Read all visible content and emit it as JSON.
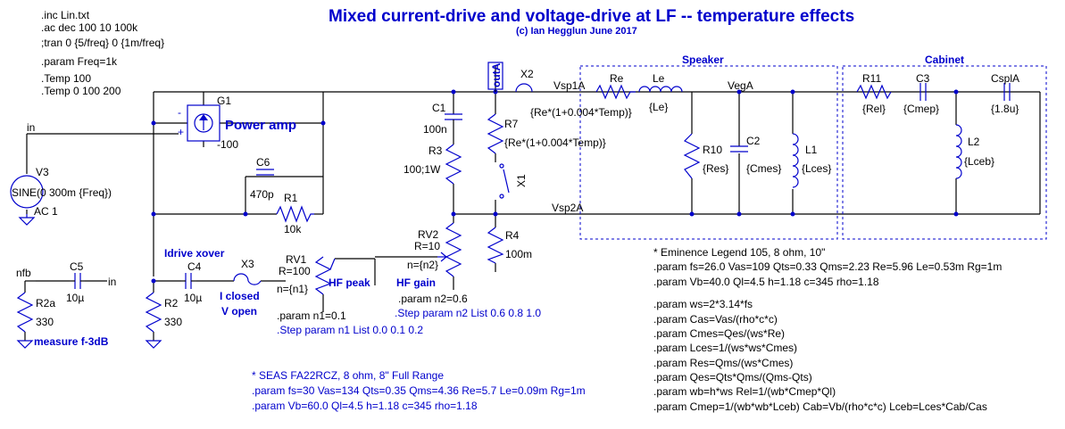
{
  "title": "Mixed current-drive and voltage-drive at LF -- temperature effects",
  "subtitle": "(c) Ian Hegglun June 2017",
  "directives": [
    ".inc Lin.txt",
    ".ac dec 100 10 100k",
    ";tran 0 {5/freq} 0 {1m/freq}",
    ".param Freq=1k",
    ".Temp 100",
    ".Temp 0 100 200"
  ],
  "labels": {
    "power_amp": "Power amp",
    "speaker": "Speaker",
    "cabinet": "Cabinet",
    "idrive_xover": "Idrive xover",
    "i_closed": "I closed",
    "v_open": "V open",
    "hf_peak": "HF peak",
    "hf_gain": "HF gain",
    "measure": "measure f-3dB",
    "in1": "in",
    "in2": "in",
    "nfb": "nfb",
    "outA": "outA",
    "vsp1a": "Vsp1A",
    "vsp2a": "Vsp2A",
    "vega": "VegA",
    "csp1a": "CsplA"
  },
  "components": {
    "g1": "G1",
    "g1_val": "-100",
    "v3": "V3",
    "v3_sine": "SINE(0 300m {Freq})",
    "v3_ac": "AC 1",
    "c6": "C6",
    "c6_val": "470p",
    "r1": "R1",
    "r1_val": "10k",
    "c1": "C1",
    "c1_val": "100n",
    "r3": "R3",
    "r3_val": "100;1W",
    "r7": "R7",
    "r7_val": "{Re*(1+0.004*Temp)}",
    "x2": "X2",
    "x2_val": "{Re*(1+0.004*Temp)}",
    "x1": "X1",
    "re": "Re",
    "le": "Le",
    "le_val": "{Le}",
    "r10": "R10",
    "r10_val": "{Res}",
    "c2": "C2",
    "c2_val": "{Cmes}",
    "l1": "L1",
    "l1_val": "{Lces}",
    "r11": "R11",
    "r11_val": "{Rel}",
    "c3": "C3",
    "c3_val": "{Cmep}",
    "cspl_val": "{1.8u}",
    "l2": "L2",
    "l2_val": "{Lceb}",
    "rv2": "RV2",
    "rv2_r": "R=10",
    "rv2_n": "n={n2}",
    "r4": "R4",
    "r4_val": "100m",
    "c5": "C5",
    "c5_val": "10µ",
    "r2a": "R2a",
    "r2a_val": "330",
    "c4": "C4",
    "c4_val": "10µ",
    "x3": "X3",
    "rv1": "RV1",
    "rv1_r": "R=100",
    "rv1_n": "n={n1}",
    "r2": "R2",
    "r2_val": "330"
  },
  "params_mid": {
    "n2": ".param n2=0.6",
    "n2_step": ".Step param n2 List 0.6 0.8 1.0",
    "n1": ".param n1=0.1",
    "n1_step": ".Step param n1 List 0.0 0.1 0.2"
  },
  "seas_block": [
    "* SEAS FA22RCZ, 8 ohm, 8\" Full Range",
    ".param fs=30 Vas=134 Qts=0.35 Qms=4.36 Re=5.7 Le=0.09m Rg=1m",
    ".param Vb=60.0 Ql=4.5 h=1.18  c=345 rho=1.18"
  ],
  "eminence_block": [
    "* Eminence Legend 105, 8 ohm, 10\"",
    ".param fs=26.0 Vas=109 Qts=0.33 Qms=2.23 Re=5.96 Le=0.53m Rg=1m",
    ".param Vb=40.0 Ql=4.5 h=1.18  c=345 rho=1.18"
  ],
  "formulas": [
    ".param ws=2*3.14*fs",
    ".param Cas=Vas/(rho*c*c)",
    ".param Cmes=Qes/(ws*Re)",
    ".param Lces=1/(ws*ws*Cmes)",
    ".param Res=Qms/(ws*Cmes)",
    ".param Qes=Qts*Qms/(Qms-Qts)",
    ".param wb=h*ws Rel=1/(wb*Cmep*Ql)",
    ".param Cmep=1/(wb*wb*Lceb) Cab=Vb/(rho*c*c) Lceb=Lces*Cab/Cas"
  ]
}
